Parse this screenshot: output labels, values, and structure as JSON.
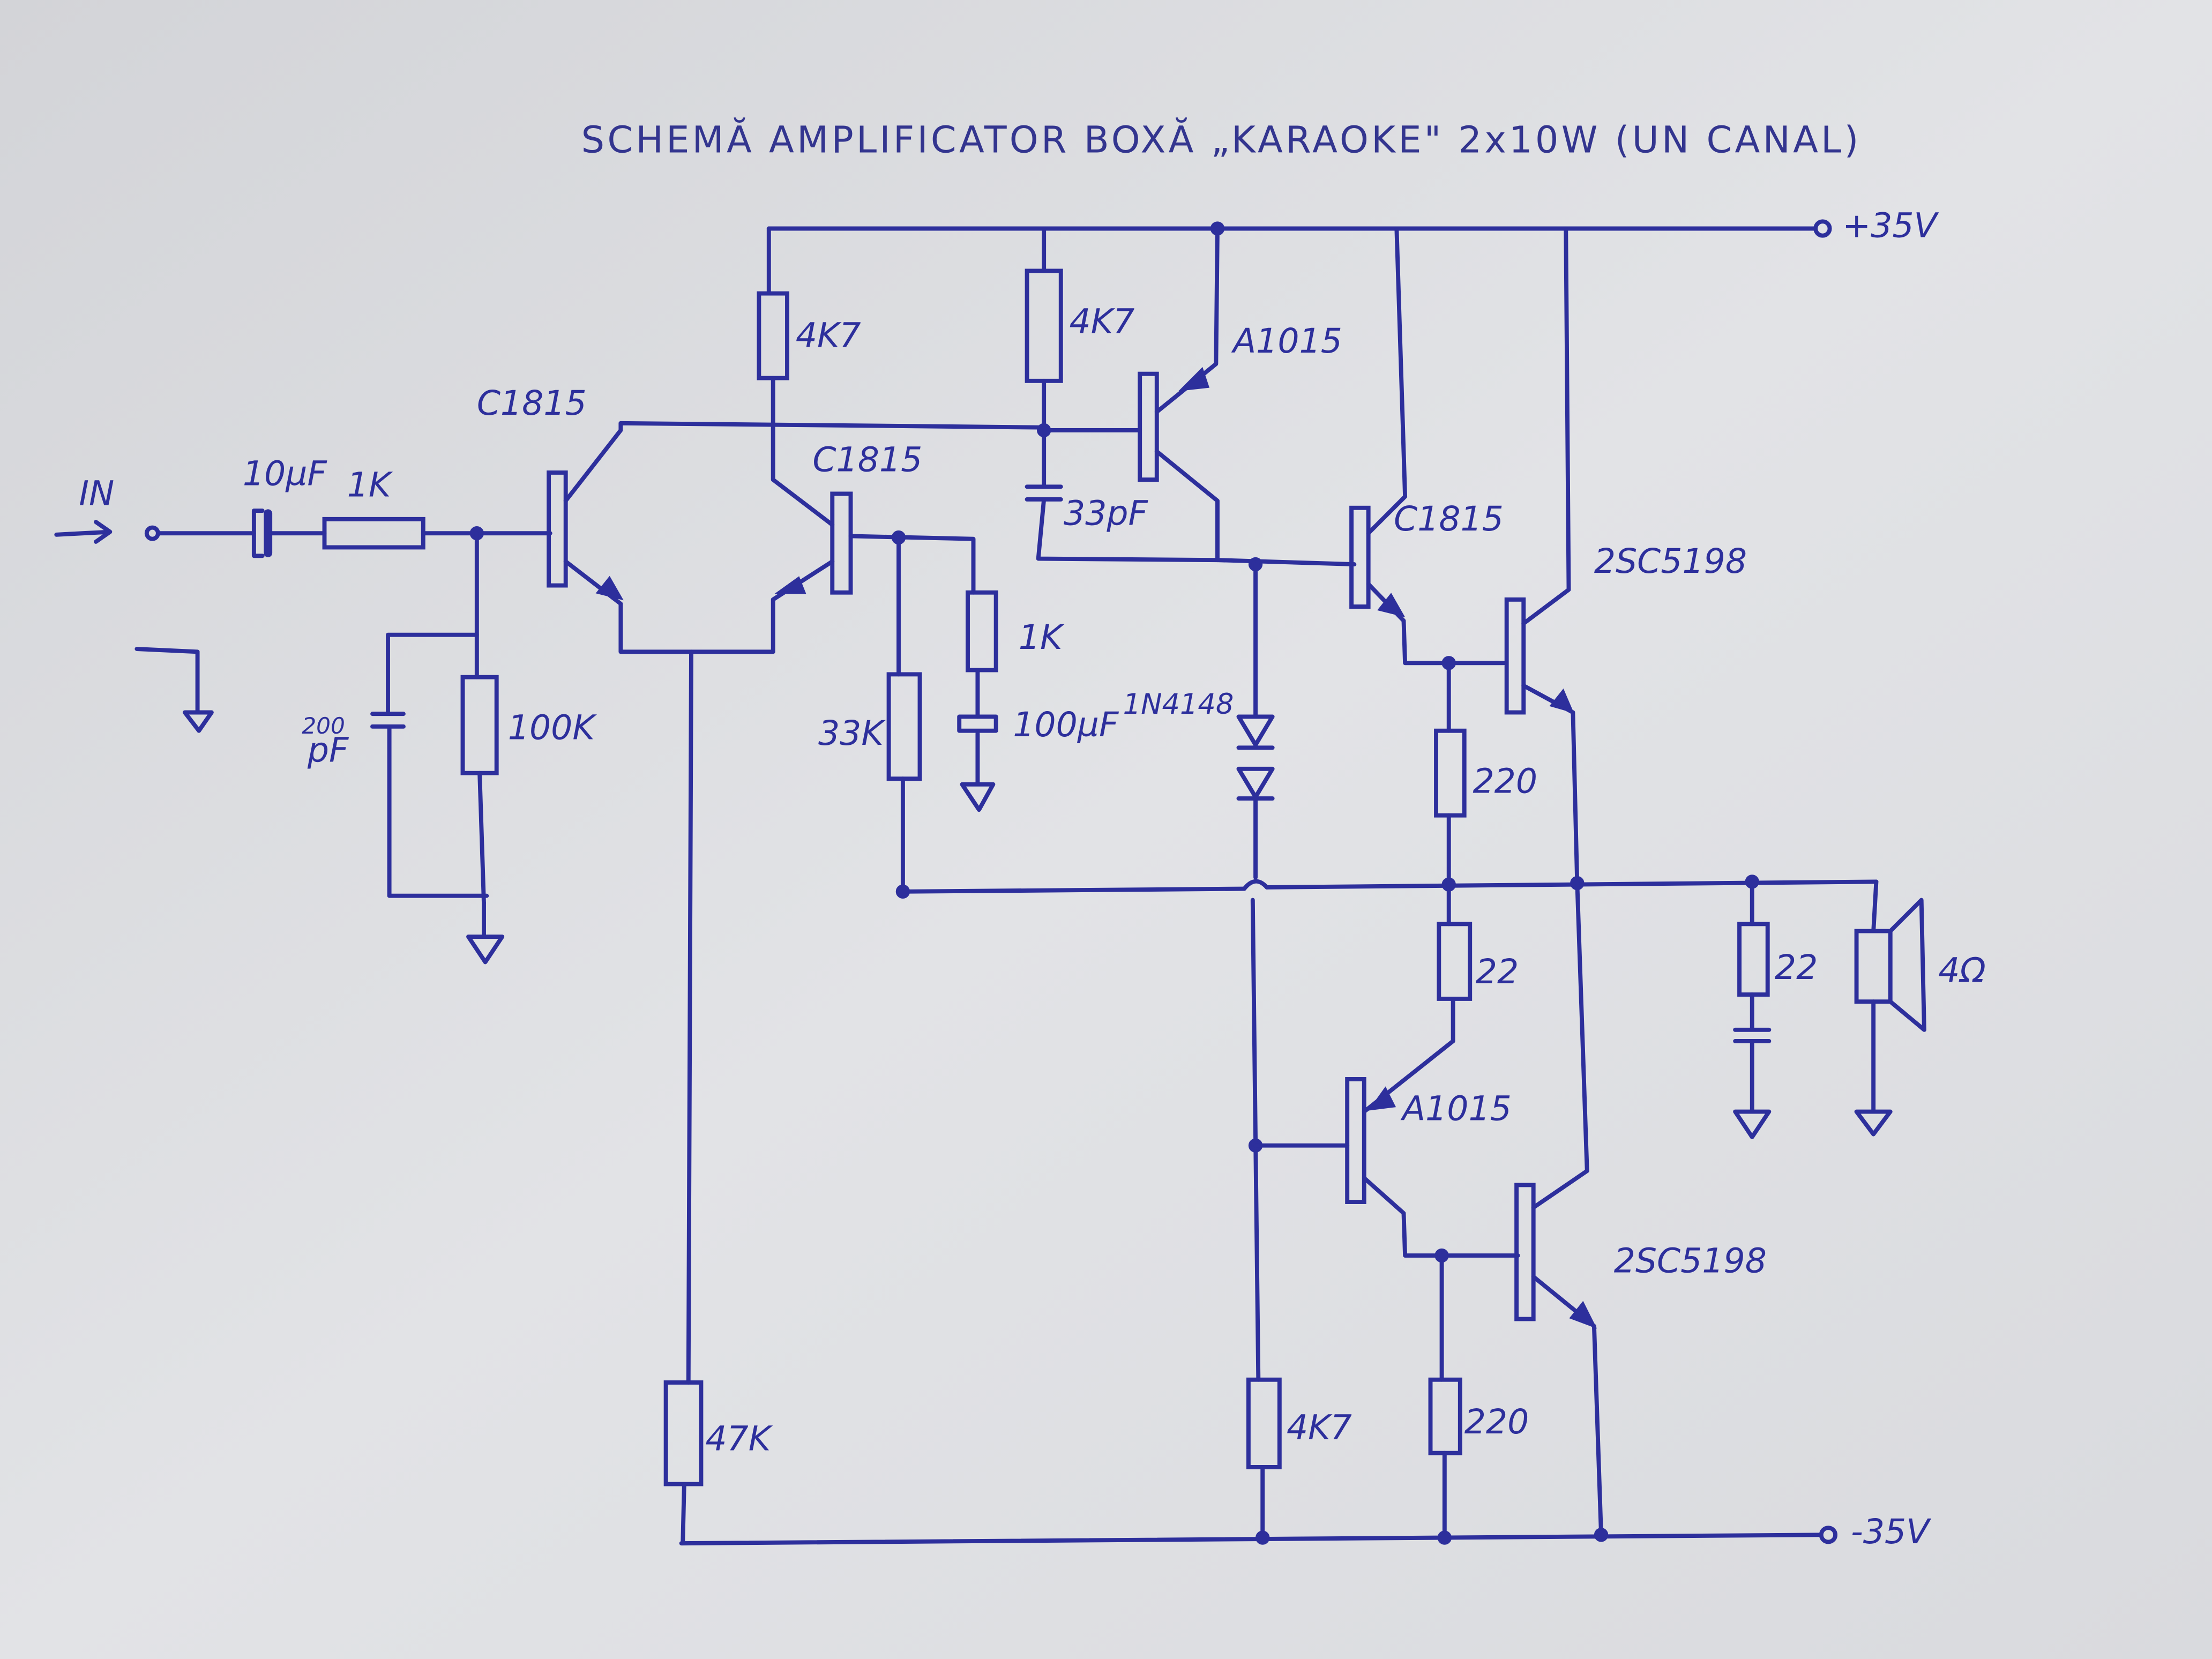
{
  "title": "SCHEMĂ  AMPLIFICATOR  BOXĂ „KARAOKE\" 2x10W (UN CANAL)",
  "ink_color": "#2d2f9c",
  "paper_color": "#dcdde1",
  "rails": {
    "positive": "+35V",
    "negative": "-35V"
  },
  "input": {
    "label": "IN"
  },
  "components": {
    "c_in": "10µF",
    "r_in": "1K",
    "c_200": "200",
    "c_200_unit": "pF",
    "r_100k": "100K",
    "q1": "C1815",
    "q2": "C1815",
    "r_4k7_a": "4K7",
    "r_4k7_b": "4K7",
    "c_33": "33pF",
    "q3": "A1015",
    "r_1k": "1K",
    "c_100": "100µF",
    "r_33k": "33K",
    "diodes": "1N4148",
    "q4": "C1815",
    "q5": "2SC5198",
    "r_220_a": "220",
    "r_22_a": "22",
    "q6": "A1015",
    "q7": "2SC5198",
    "r_220_b": "220",
    "r_4k7_c": "4K7",
    "r_47k": "47K",
    "r_zobel": "22",
    "speaker": "4Ω"
  }
}
